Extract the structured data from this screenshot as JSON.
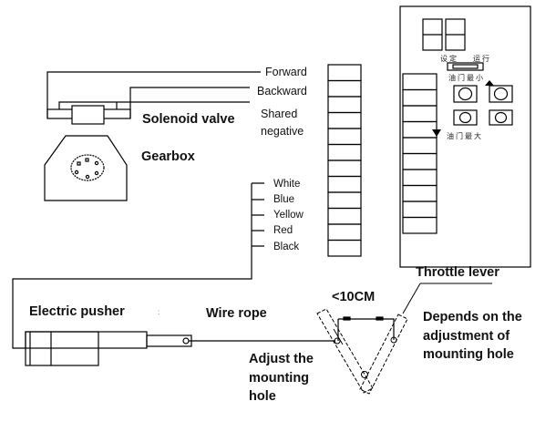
{
  "wiring_labels": {
    "forward": "Forward",
    "backward": "Backward",
    "shared_negative_line1": "Shared",
    "shared_negative_line2": "negative"
  },
  "color_wires": [
    "White",
    "Blue",
    "Yellow",
    "Red",
    "Black"
  ],
  "components": {
    "solenoid_valve": "Solenoid valve",
    "gearbox": "Gearbox",
    "electric_pusher": "Electric pusher",
    "wire_rope": "Wire rope",
    "throttle_lever": "Throttle lever",
    "separator": ":"
  },
  "controller_panel": {
    "set_label": "设定",
    "run_label": "运行",
    "throttle_min": "油门最小",
    "throttle_max": "油门最大",
    "up_arrow": "▲",
    "down_arrow": "▼"
  },
  "annotations": {
    "distance": "<10CM",
    "adjust_line1": "Adjust the",
    "adjust_line2": "mounting",
    "adjust_line3": "hole",
    "depends_line1": "Depends on the",
    "depends_line2": "adjustment of",
    "depends_line3": "mounting hole"
  },
  "terminal_block": {
    "cell_count": 12
  },
  "panel_terminal_block": {
    "cell_count": 10
  }
}
